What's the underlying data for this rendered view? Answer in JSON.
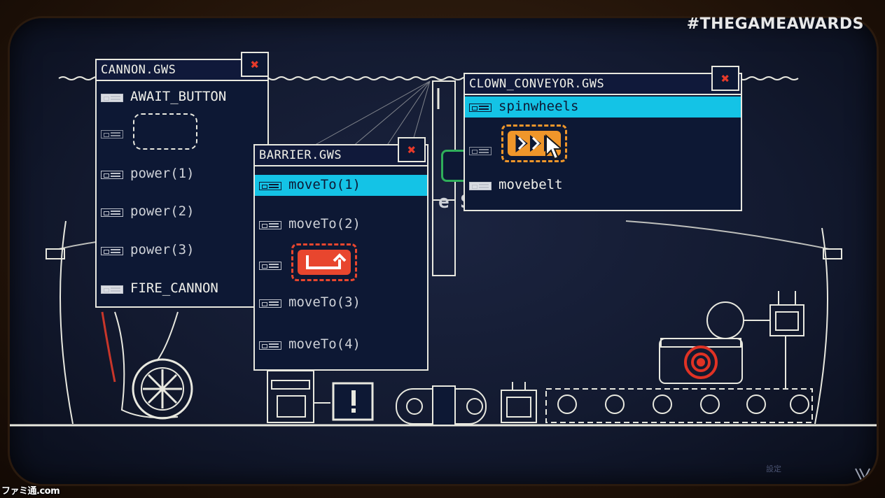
{
  "overlay": {
    "hashtag": "#THEGAMEAWARDS",
    "watermark": "ファミ通.com",
    "settings_label": "設定"
  },
  "scene_text": "e S",
  "windows": {
    "cannon": {
      "title": "CANNON.GWS",
      "close": "✖",
      "rows": [
        {
          "label": "AWAIT_BUTTON",
          "style": "bold"
        },
        {
          "label": "",
          "style": "slot"
        },
        {
          "label": "power(1)",
          "style": "normal"
        },
        {
          "label": "power(2)",
          "style": "normal"
        },
        {
          "label": "power(3)",
          "style": "normal"
        },
        {
          "label": "FIRE_CANNON",
          "style": "bold"
        }
      ]
    },
    "barrier": {
      "title": "BARRIER.GWS",
      "close": "✖",
      "rows": [
        {
          "label": "moveTo(1)",
          "style": "selected"
        },
        {
          "label": "moveTo(2)",
          "style": "normal"
        },
        {
          "label": "",
          "style": "loop-badge"
        },
        {
          "label": "moveTo(3)",
          "style": "normal"
        },
        {
          "label": "moveTo(4)",
          "style": "normal"
        }
      ]
    },
    "clown_conveyor": {
      "title": "CLOWN_CONVEYOR.GWS",
      "close": "✖",
      "rows": [
        {
          "label": "spinwheels",
          "style": "selected"
        },
        {
          "label": "",
          "style": "fast-forward-badge"
        },
        {
          "label": "movebelt",
          "style": "bold"
        }
      ]
    }
  },
  "colors": {
    "selection": "#14c3e6",
    "close_x": "#e63a2a",
    "fast_forward": "#f0962a",
    "loop": "#e8462e",
    "drop_arrow": "#2fae5a",
    "line": "#e8e8df"
  },
  "icons": [
    "close-icon",
    "command-icon",
    "loop-arrow-icon",
    "fast-forward-icon",
    "drop-down-arrow-icon",
    "mouse-cursor-icon",
    "warning-icon",
    "game-awards-logo-icon"
  ]
}
